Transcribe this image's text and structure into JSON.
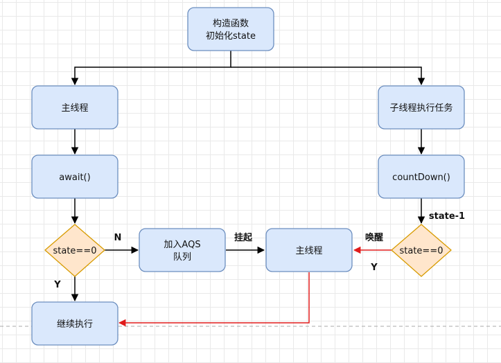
{
  "nodes": {
    "constructor_line1": "构造函数",
    "constructor_line2": "初始化state",
    "main_thread": "主线程",
    "child_thread": "子线程执行任务",
    "await": "await()",
    "count_down": "countDown()",
    "decision_left": "state==0",
    "decision_right": "state==0",
    "aqs_line1": "加入AQS",
    "aqs_line2": "队列",
    "main_thread_center": "主线程",
    "continue": "继续执行"
  },
  "edge_labels": {
    "n": "N",
    "y_left": "Y",
    "suspend": "挂起",
    "wake": "唤醒",
    "y_right": "Y",
    "state_minus": "state-1"
  },
  "colors": {
    "node_fill": "#dae8fc",
    "node_stroke": "#6c8ebf",
    "decision_fill": "#ffe6cc",
    "decision_stroke": "#d79b00",
    "edge_black": "#000000",
    "edge_red": "#e01b1b"
  }
}
